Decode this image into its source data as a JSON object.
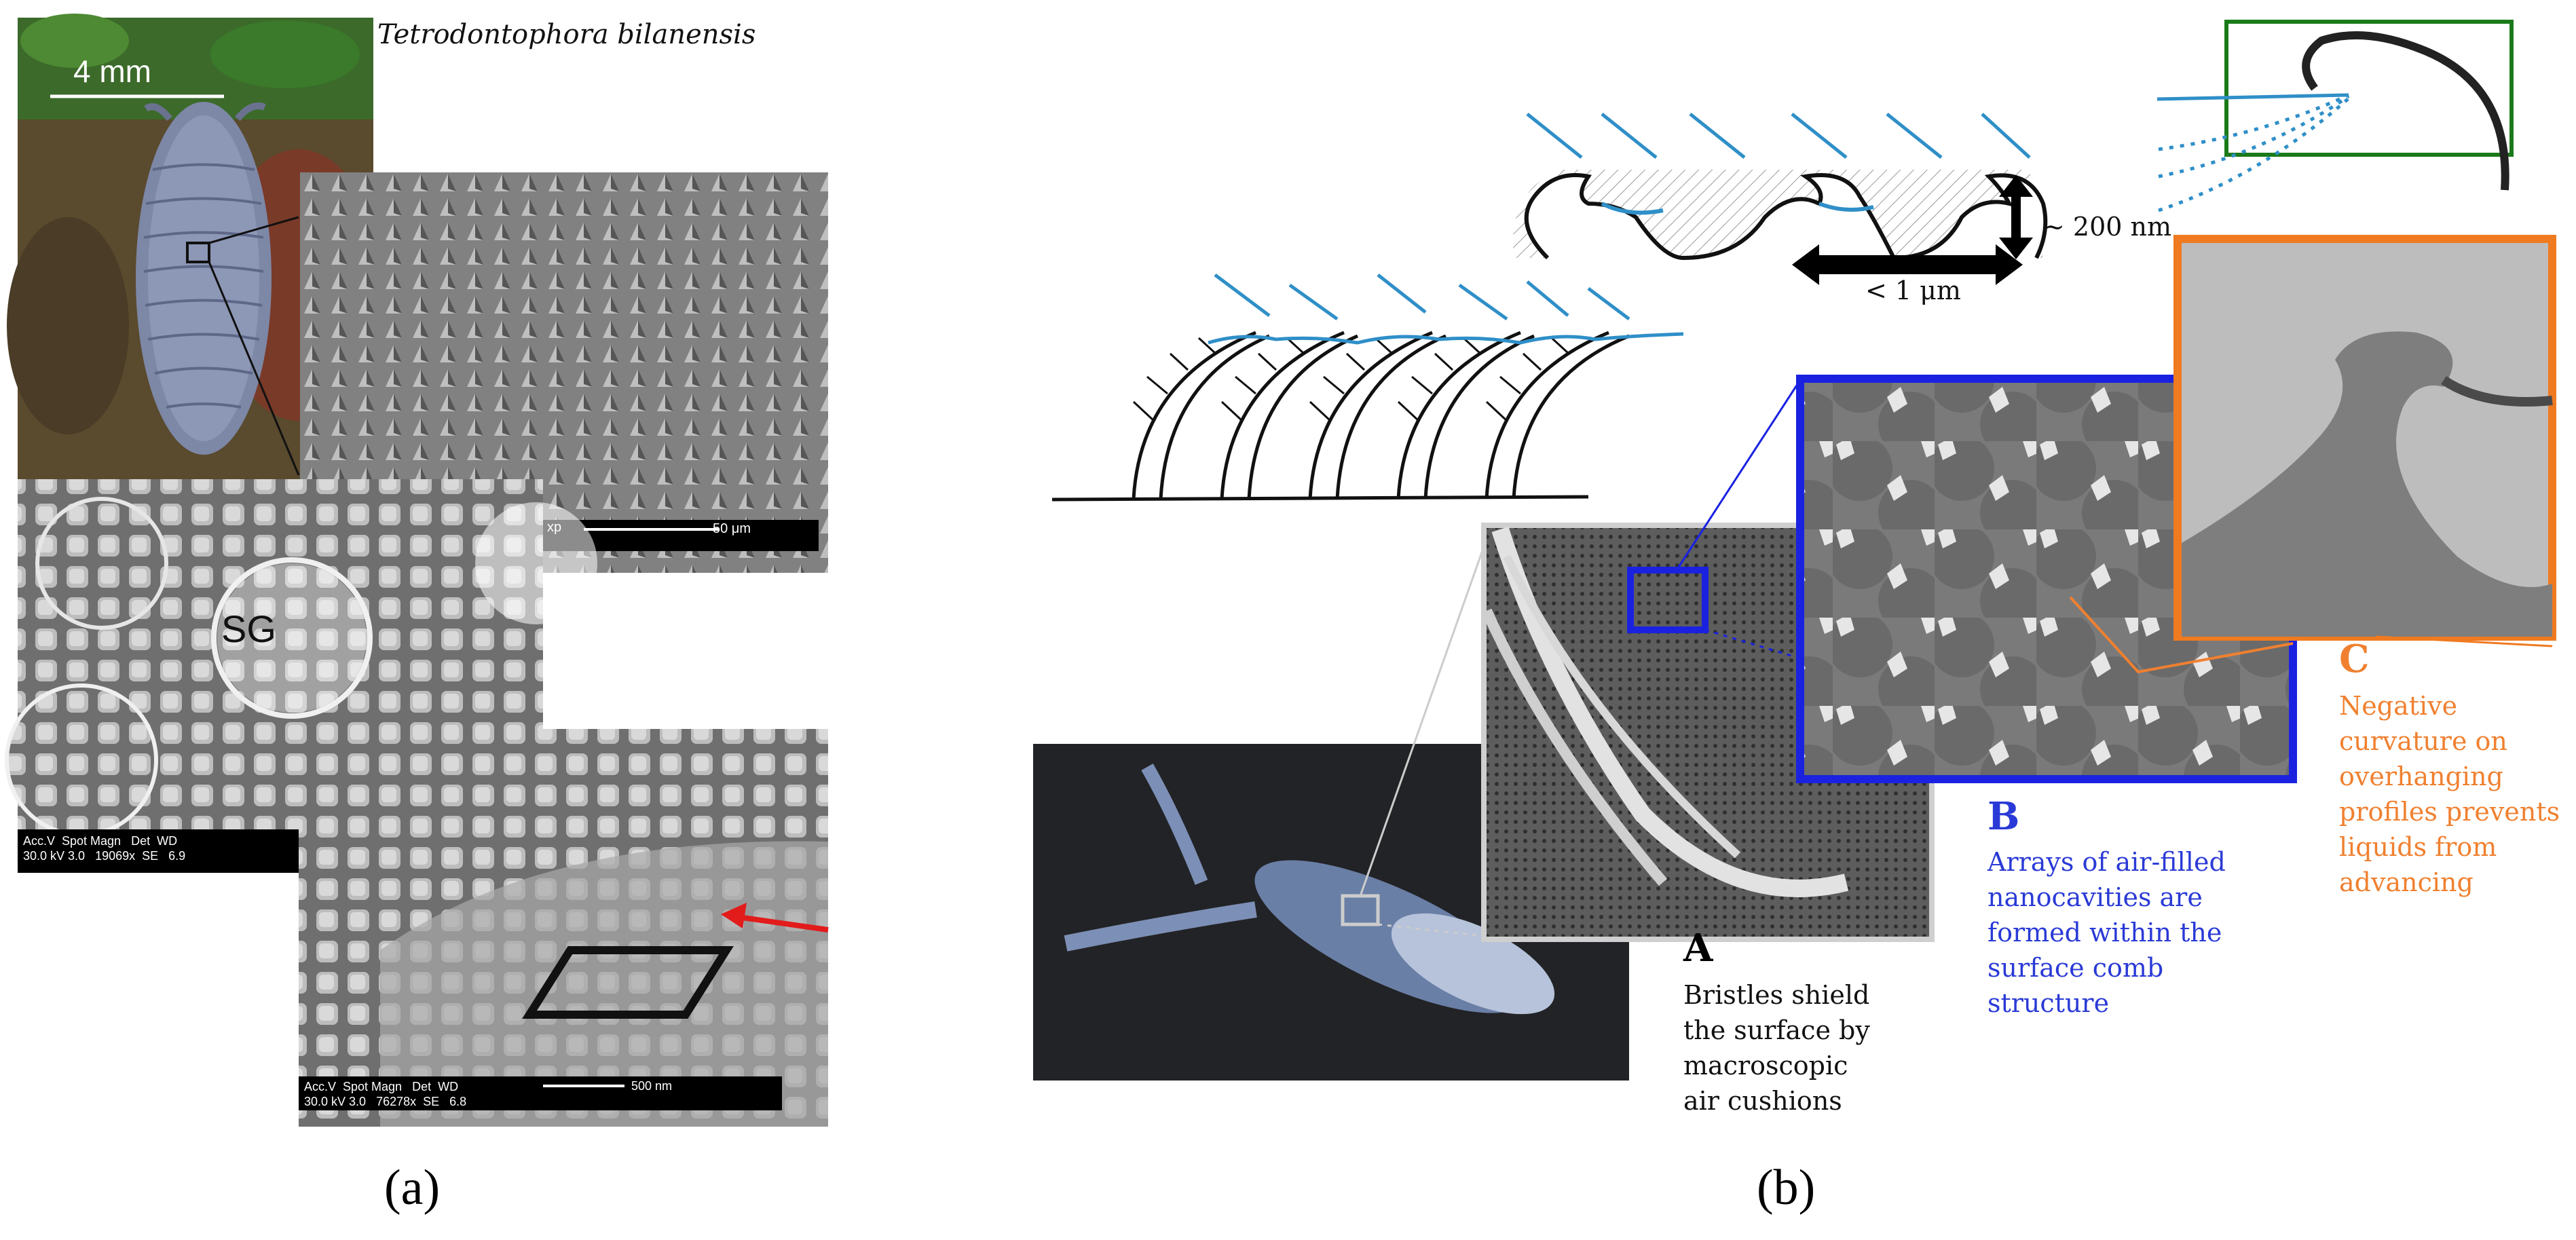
{
  "colors": {
    "black": "#000000",
    "blue_annotation": "#2a3ad6",
    "orange_annotation": "#f08030",
    "water_blue": "#2f8fc8",
    "green_frame": "#1a7a1a",
    "sem_gray": "#8a8a8a"
  },
  "panel_a": {
    "label": "(a)",
    "species_name": "Tetrodontophora bilanensis",
    "photo_scale": "4 mm",
    "sem1_scale": "50 μm",
    "sem1_databar_prefix": "xp",
    "sem2_label": "SG",
    "sem2_databar": "Acc.V  Spot Magn   Det  WD\n30.0 kV 3.0   19069x  SE   6.9",
    "sem3_scale": "500 nm",
    "sem3_databar": "Acc.V  Spot Magn   Det  WD\n30.0 kV 3.0   76278x  SE   6.8"
  },
  "panel_b": {
    "label": "(b)",
    "dim_height": "~ 200 nm",
    "dim_width": "< 1 μm",
    "annotation_a": {
      "letter": "A",
      "text": "Bristles shield\nthe surface by\nmacroscopic\nair cushions"
    },
    "annotation_b": {
      "letter": "B",
      "text": "Arrays of air-filled\nnanocavities are\nformed within the\nsurface comb\nstructure"
    },
    "annotation_c": {
      "letter": "C",
      "text": "Negative\ncurvature on\noverhanging\nprofiles prevents\nliquids from\nadvancing"
    }
  }
}
